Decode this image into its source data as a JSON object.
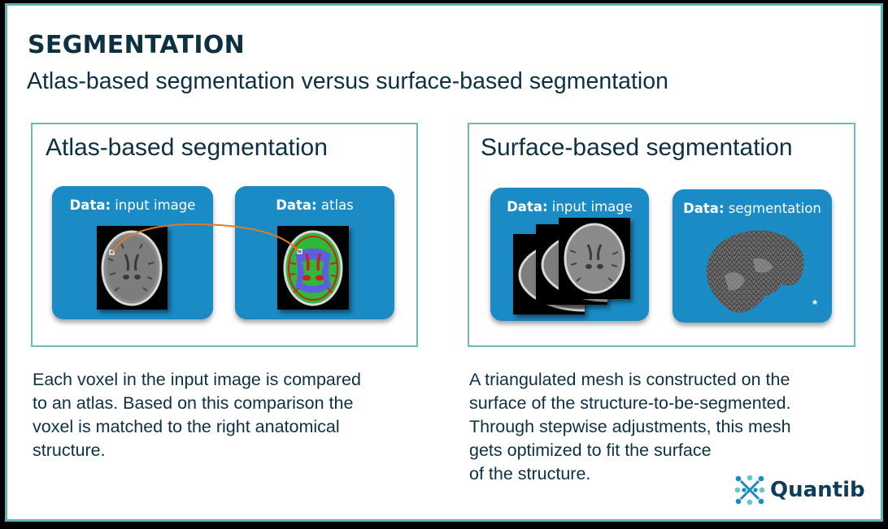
{
  "header": {
    "title": "SEGMENTATION",
    "subtitle": "Atlas-based segmentation versus surface-based segmentation"
  },
  "panels": [
    {
      "title": "Atlas-based segmentation",
      "cards": [
        {
          "label_bold": "Data:",
          "label_rest": " input image",
          "image": "brain-mri-axial-slice"
        },
        {
          "label_bold": "Data:",
          "label_rest": " atlas",
          "image": "brain-atlas-color-labeled"
        }
      ],
      "connector": {
        "color": "#e07b2a",
        "description": "voxel-to-atlas correspondence arc"
      },
      "description": [
        "Each voxel in the input image is compared",
        "to an atlas. Based on this comparison the",
        "voxel is matched to the right anatomical",
        "structure."
      ]
    },
    {
      "title": "Surface-based segmentation",
      "cards": [
        {
          "label_bold": "Data:",
          "label_rest": " input image",
          "image": "stacked-brain-mri-slices"
        },
        {
          "label_bold": "Data:",
          "label_rest": " segmentation",
          "image": "triangulated-brain-mesh",
          "footnote_marker": "*"
        }
      ],
      "description": [
        "A triangulated mesh is constructed on the",
        "surface of the structure-to-be-segmented.",
        "Through stepwise adjustments, this mesh",
        "gets optimized to fit the surface",
        "of the structure."
      ]
    }
  ],
  "logo": {
    "text": "Quantib",
    "icon": "quantib-molecule-x-icon"
  },
  "colors": {
    "frame_border": "#5fb4b6",
    "panel_border": "#6dbcbd",
    "card_blue": "#1a8bc4",
    "text_dark": "#0d3142",
    "connector_orange": "#e07b2a",
    "atlas_green": "#2fb83a",
    "atlas_blue": "#5b5fe0",
    "atlas_red": "#c8231e"
  }
}
